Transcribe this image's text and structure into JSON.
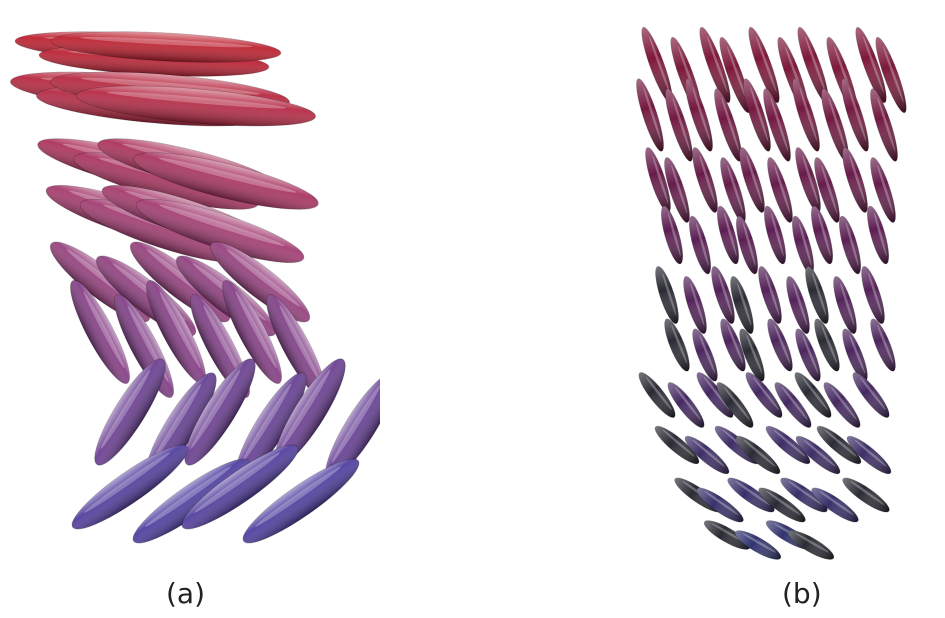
{
  "panels": [
    {
      "id": "a",
      "label": "(a)"
    },
    {
      "id": "b",
      "label": "(b)"
    }
  ],
  "colors": {
    "top": "#c41a1f",
    "middle": "#a0407a",
    "bottom": "#3a3ea8",
    "dark": "#2b2b35",
    "panel_b_top": "#8a1630",
    "panel_b_middle": "#5a1f55",
    "panel_b_bottom": "#2f3570"
  }
}
